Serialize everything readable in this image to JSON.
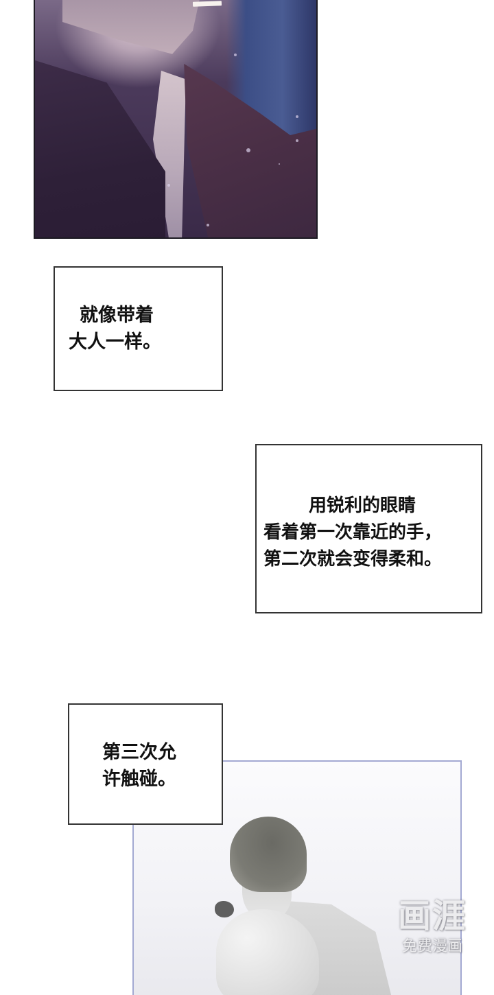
{
  "comic": {
    "panels": [
      {
        "id": "panel-top",
        "description": "Close-up of man in dark coat smoking a cigarette at night with falling snow",
        "palette": [
          "#3a2a48",
          "#57384f",
          "#4a5c93",
          "#d4c4cc"
        ]
      },
      {
        "id": "panel-bottom",
        "description": "Monochrome illustration of man hugging a white dog",
        "palette": [
          "#f2f2f6",
          "#7b7b74",
          "#5f5f5f"
        ],
        "border_color": "#a3a9d2"
      }
    ],
    "captions": [
      {
        "id": "caption-1",
        "lines": [
          "就像带着",
          "大人一样。"
        ]
      },
      {
        "id": "caption-2",
        "lines": [
          "用锐利的眼睛",
          "看着第一次靠近的手，",
          "第二次就会变得柔和。"
        ]
      },
      {
        "id": "caption-3",
        "lines": [
          "第三次允",
          "许触碰。"
        ]
      }
    ],
    "watermark": {
      "logo": "画涯",
      "subtitle": "免费漫画"
    }
  }
}
